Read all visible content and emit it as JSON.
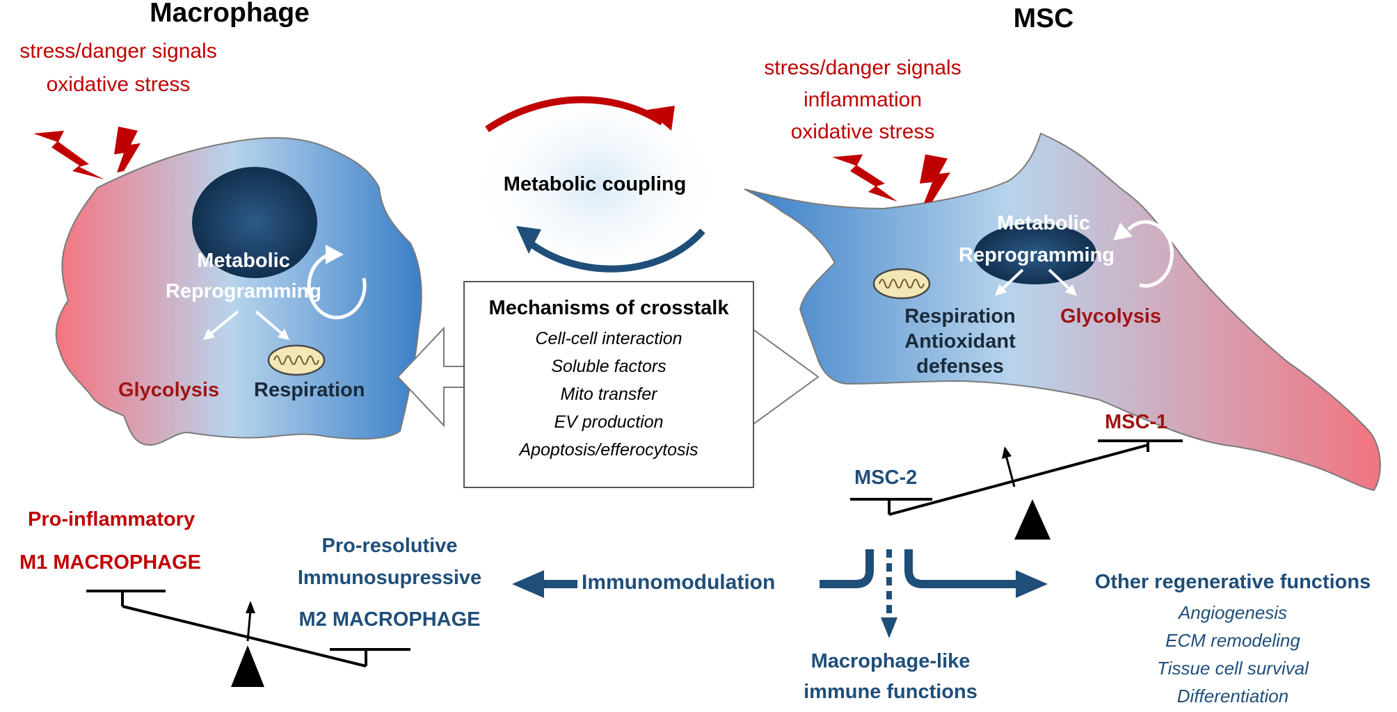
{
  "macrophage": {
    "title": "Macrophage",
    "signals": [
      "stress/danger signals",
      "oxidative stress"
    ],
    "reprogramming": [
      "Metabolic",
      "Reprogramming"
    ],
    "glycolysis": "Glycolysis",
    "respiration": "Respiration"
  },
  "msc": {
    "title": "MSC",
    "signals": [
      "stress/danger signals",
      "inflammation",
      "oxidative stress"
    ],
    "reprogramming": [
      "Metabolic",
      "Reprogramming"
    ],
    "respiration": [
      "Respiration",
      "Antioxidant",
      "defenses"
    ],
    "glycolysis": "Glycolysis",
    "msc1": "MSC-1",
    "msc2": "MSC-2"
  },
  "coupling": {
    "label": "Metabolic coupling"
  },
  "crosstalk": {
    "title": "Mechanisms of crosstalk",
    "items": [
      "Cell-cell interaction",
      "Soluble factors",
      "Mito transfer",
      "EV production",
      "Apoptosis/efferocytosis"
    ]
  },
  "phenotypes": {
    "m1": [
      "Pro-inflammatory",
      "M1 MACROPHAGE"
    ],
    "m2": [
      "Pro-resolutive",
      "Immunosupressive",
      "M2 MACROPHAGE"
    ]
  },
  "immunomodulation": "Immunomodulation",
  "macrophage_like": [
    "Macrophage-like",
    "immune functions"
  ],
  "regenerative": {
    "title": "Other regenerative functions",
    "items": [
      "Angiogenesis",
      "ECM remodeling",
      "Tissue cell survival",
      "Differentiation"
    ]
  },
  "colors": {
    "red": "#c00000",
    "navy": "#1f4e79",
    "blue": "#3a7fc8",
    "pink": "#f07a84"
  }
}
